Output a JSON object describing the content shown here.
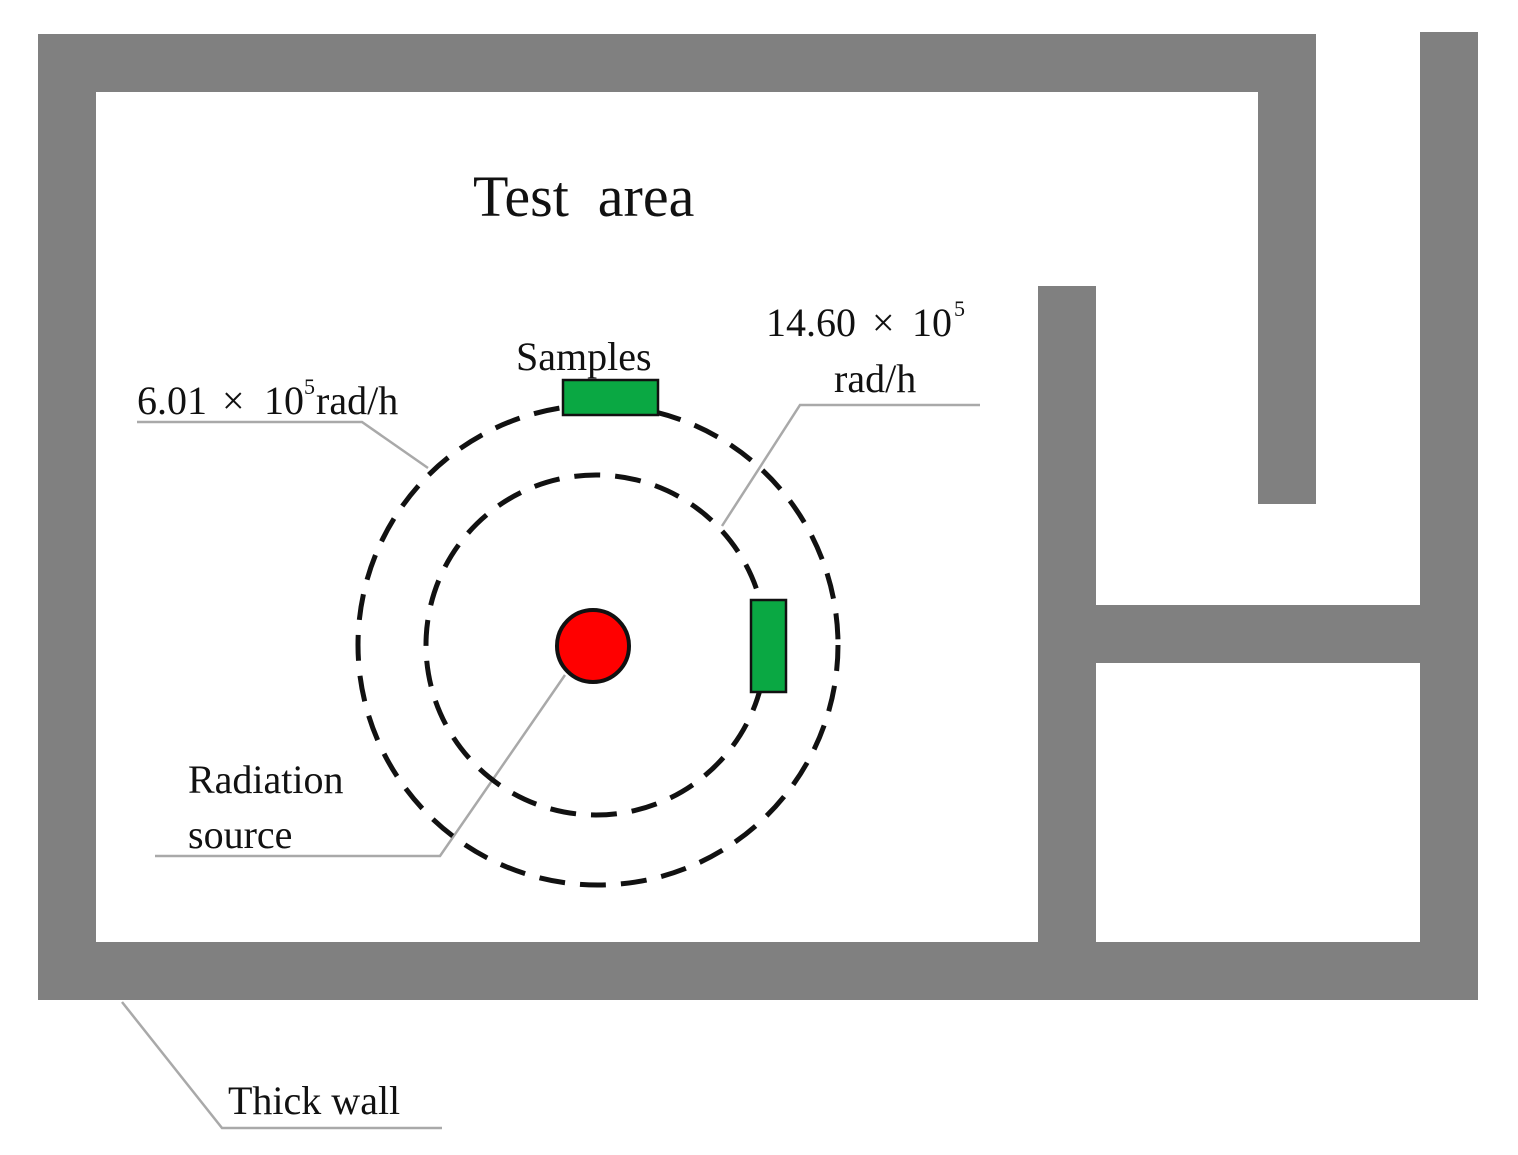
{
  "title": "Test  area",
  "labels": {
    "samples": "Samples",
    "inner_dose_rate": {
      "value": "6.01",
      "times": "×",
      "base": "10",
      "exponent": "5",
      "unit": "rad/h"
    },
    "outer_dose_rate": {
      "value": "14.60",
      "times": "×",
      "base": "10",
      "exponent": "5",
      "unit": "rad/h"
    },
    "radiation_source": {
      "line1": "Radiation",
      "line2": "source"
    },
    "thick_wall": "Thick wall"
  },
  "colors": {
    "wall": "#808080",
    "sample": "#0aa843",
    "source": "#ff0000",
    "leader": "#a9a9a9",
    "ring": "#111111"
  }
}
